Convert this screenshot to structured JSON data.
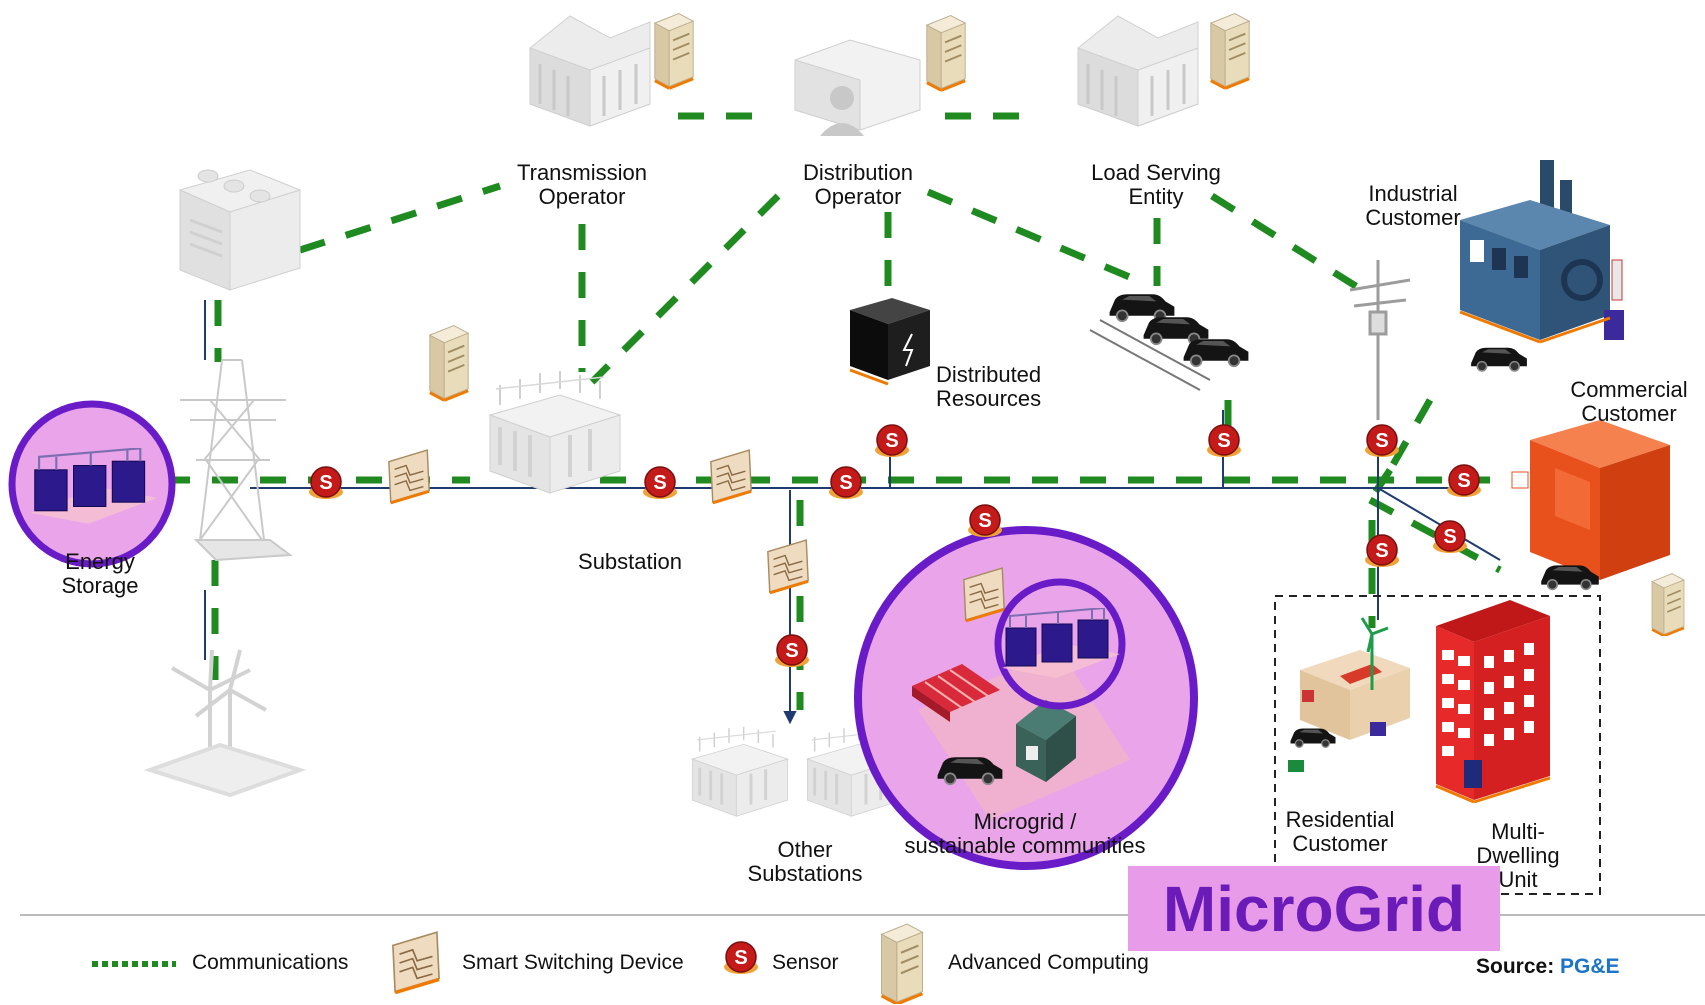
{
  "labels": {
    "transmission_operator": "Transmission\nOperator",
    "distribution_operator": "Distribution\nOperator",
    "load_serving_entity": "Load Serving\nEntity",
    "industrial_customer": "Industrial\nCustomer",
    "commercial_customer": "Commercial\nCustomer",
    "distributed_resources": "Distributed\nResources",
    "substation": "Substation",
    "energy_storage": "Energy\nStorage",
    "other_substations": "Other\nSubstations",
    "microgrid_communities": "Microgrid /\nsustainable communities",
    "residential_customer": "Residential\nCustomer",
    "multi_dwelling_unit": "Multi-\nDwelling\nUnit"
  },
  "sensor_letter": "S",
  "legend": {
    "communications": "Communications",
    "smart_switching_device": "Smart Switching Device",
    "sensor": "Sensor",
    "advanced_computing": "Advanced Computing"
  },
  "banner": "MicroGrid",
  "source": {
    "prefix": "Source:",
    "name": "PG&E"
  },
  "colors": {
    "communications": "#1f8a1f",
    "grid_line": "#1f3b6f",
    "sensor": "#c41a1a",
    "highlight_fill": "#e9a4ea",
    "highlight_ring": "#6a1bc8",
    "banner_text": "#6a1bb8",
    "commercial": "#e8501c",
    "industrial": "#3d6a94",
    "multi_dwelling": "#d62020",
    "source_name": "#1b74c8"
  }
}
